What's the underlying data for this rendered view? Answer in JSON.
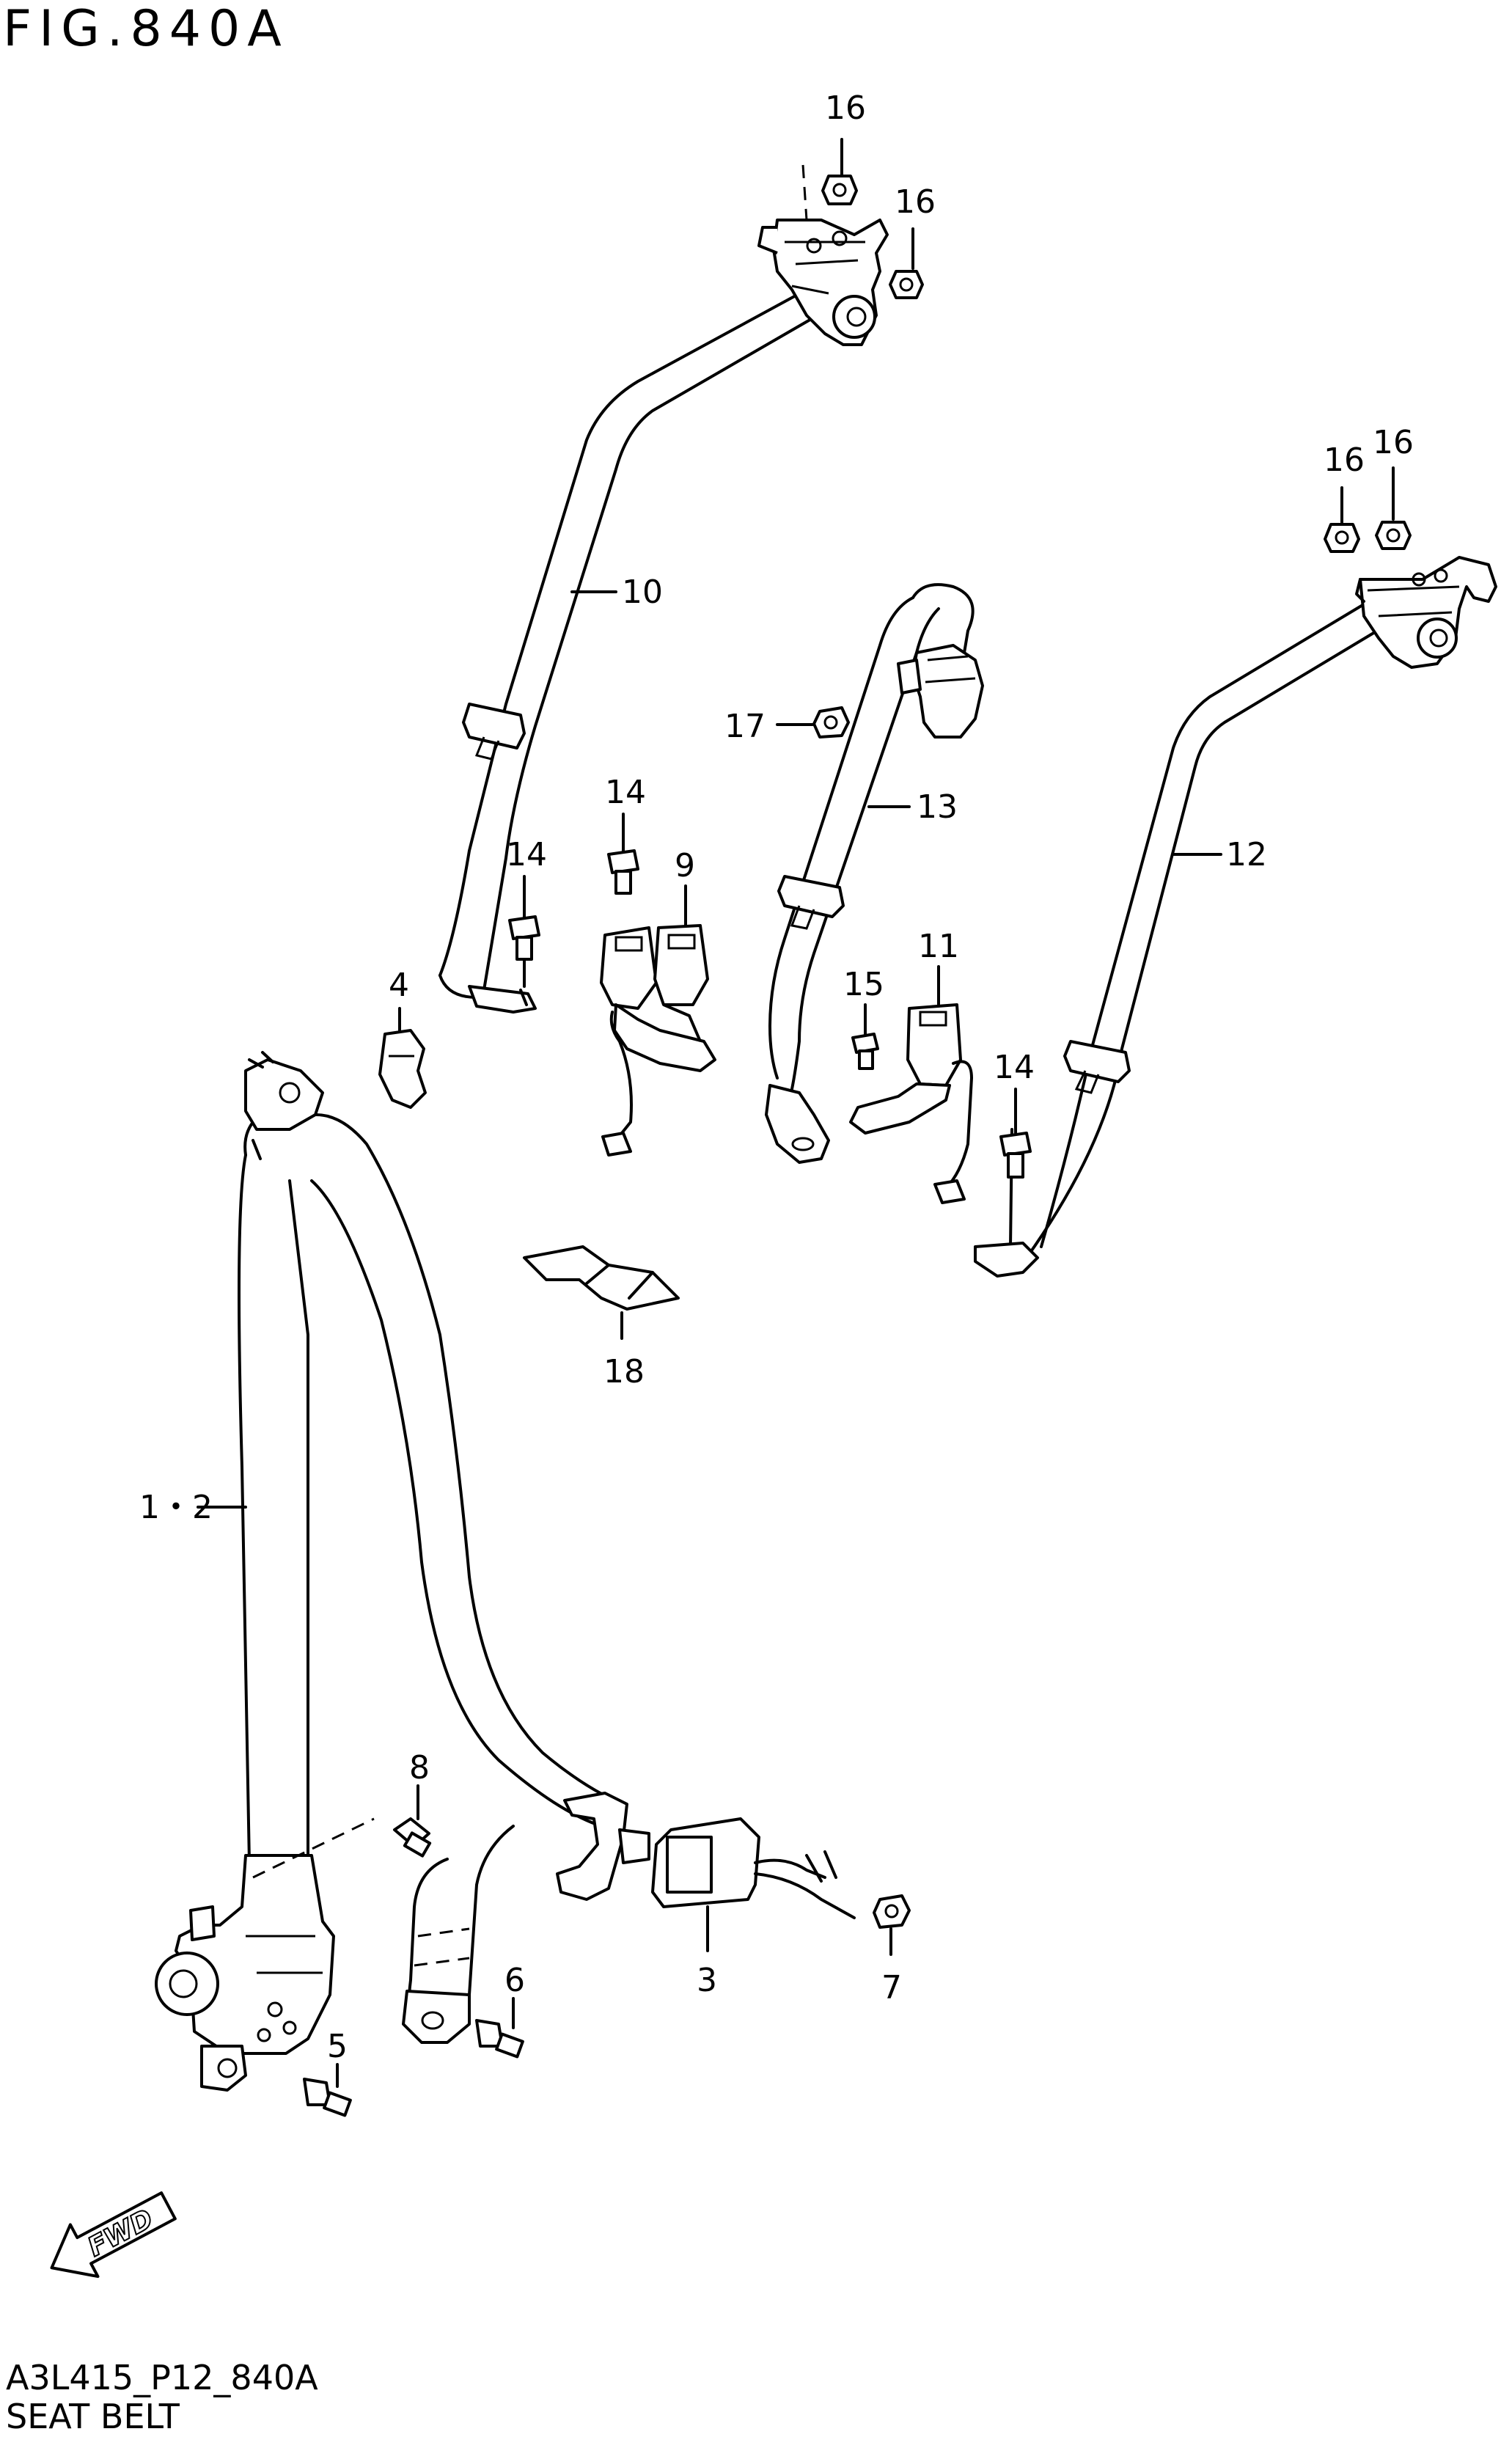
{
  "figure": {
    "title": "FIG.840A",
    "code": "A3L415_P12_840A",
    "caption": "SEAT BELT"
  },
  "callouts": [
    {
      "id": "c16a",
      "text": "16"
    },
    {
      "id": "c16b",
      "text": "16"
    },
    {
      "id": "c16c",
      "text": "16"
    },
    {
      "id": "c16d",
      "text": "16"
    },
    {
      "id": "c10",
      "text": "10"
    },
    {
      "id": "c17",
      "text": "17"
    },
    {
      "id": "c13",
      "text": "13"
    },
    {
      "id": "c12",
      "text": "12"
    },
    {
      "id": "c14a",
      "text": "14"
    },
    {
      "id": "c14b",
      "text": "14"
    },
    {
      "id": "c9",
      "text": "9"
    },
    {
      "id": "c4",
      "text": "4"
    },
    {
      "id": "c11",
      "text": "11"
    },
    {
      "id": "c15",
      "text": "15"
    },
    {
      "id": "c14c",
      "text": "14"
    },
    {
      "id": "c18",
      "text": "18"
    },
    {
      "id": "c12b",
      "text": "1・2"
    },
    {
      "id": "c8",
      "text": "8"
    },
    {
      "id": "c3",
      "text": "3"
    },
    {
      "id": "c7",
      "text": "7"
    },
    {
      "id": "c6",
      "text": "6"
    },
    {
      "id": "c5",
      "text": "5"
    }
  ],
  "fwd_label": "FWD"
}
